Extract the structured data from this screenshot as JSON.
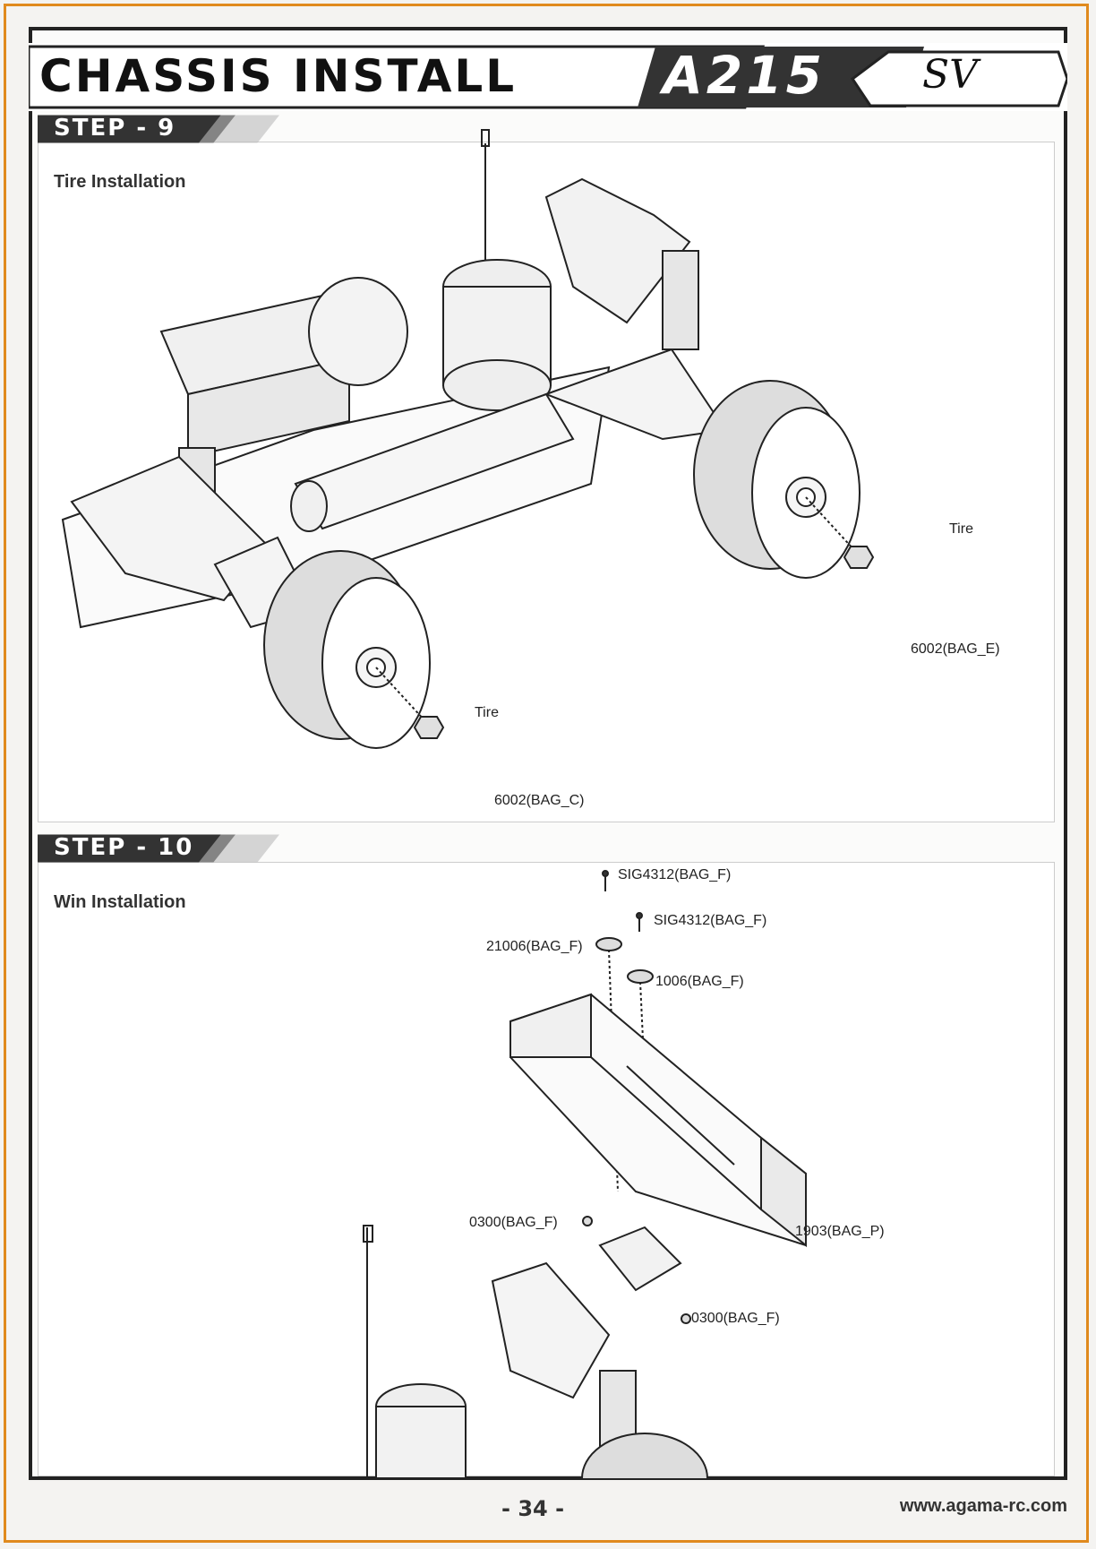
{
  "header": {
    "title": "CHASSIS INSTALL",
    "model": "A215",
    "variant": "SV"
  },
  "steps": [
    {
      "label": "STEP - 9",
      "title": "Tire Installation",
      "callouts": [
        "Tire",
        "6002(BAG_E)",
        "Tire",
        "6002(BAG_C)"
      ]
    },
    {
      "label": "STEP - 10",
      "title": "Win Installation",
      "callouts": [
        "SIG4312(BAG_F)",
        "SIG4312(BAG_F)",
        "21006(BAG_F)",
        "1006(BAG_F)",
        "0300(BAG_F)",
        "1903(BAG_P)",
        "0300(BAG_F)"
      ]
    }
  ],
  "footer": {
    "page_number": "- 34 -",
    "url": "www.agama-rc.com"
  }
}
